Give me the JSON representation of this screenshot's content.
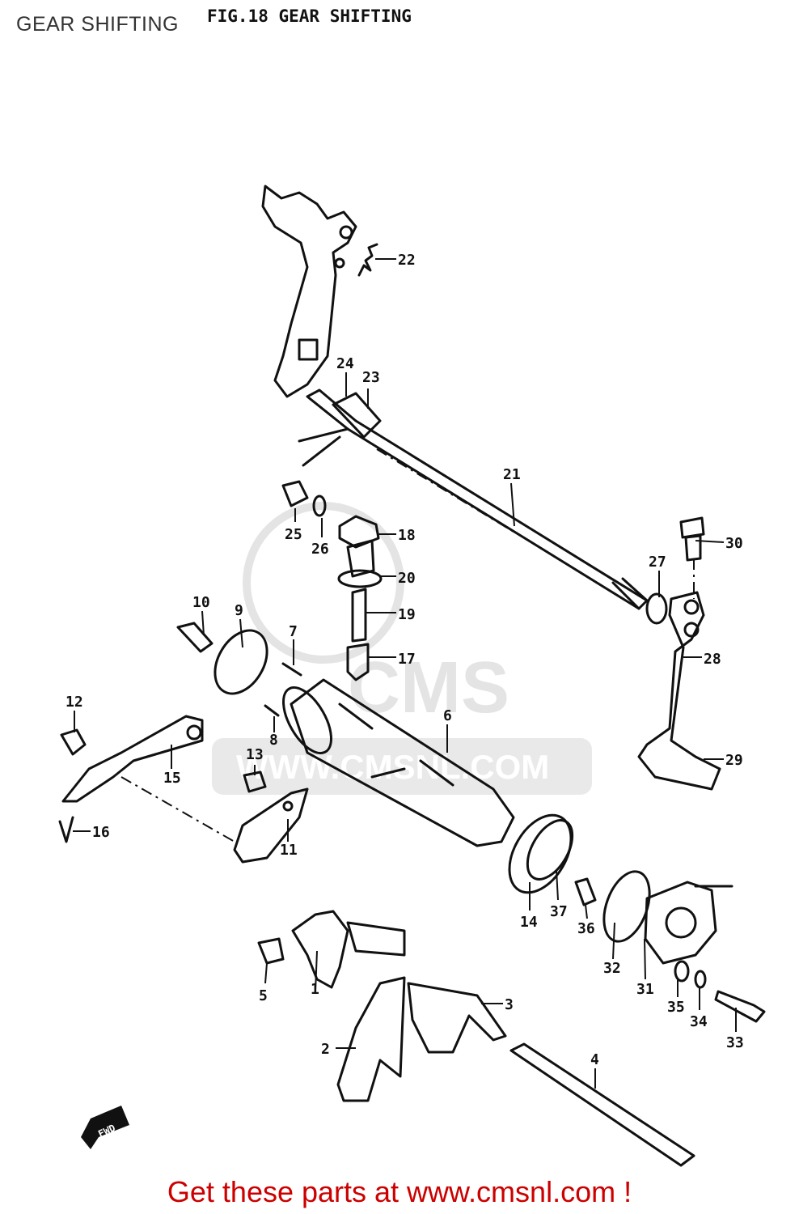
{
  "header": {
    "page_label": "GEAR SHIFTING",
    "figure_title": "FIG.18  GEAR SHIFTING"
  },
  "watermark": {
    "logo_text": "CMS",
    "url_text": "WWW.CMSNL.COM"
  },
  "callouts": [
    "1",
    "2",
    "3",
    "4",
    "5",
    "6",
    "7",
    "8",
    "9",
    "10",
    "11",
    "12",
    "13",
    "14",
    "15",
    "16",
    "17",
    "18",
    "19",
    "20",
    "21",
    "22",
    "23",
    "24",
    "25",
    "26",
    "27",
    "28",
    "29",
    "30",
    "31",
    "32",
    "33",
    "34",
    "35",
    "36",
    "37"
  ],
  "fwd_arrow": "FWD",
  "footer": {
    "link_text": "Get these parts at www.cmsnl.com !"
  },
  "colors": {
    "footer_link": "#cc0000",
    "linework": "#111111",
    "watermark": "#e4e4e4"
  }
}
